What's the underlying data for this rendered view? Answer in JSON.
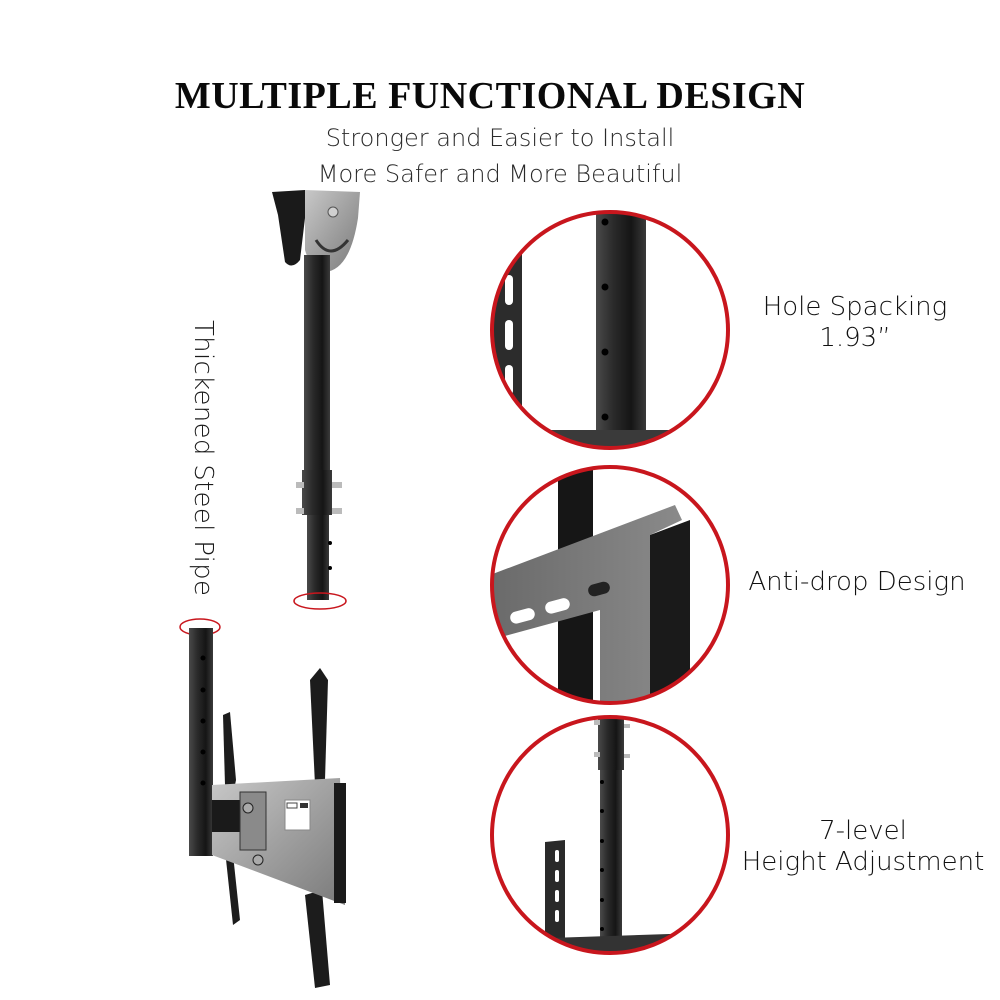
{
  "header": {
    "title": "MULTIPLE FUNCTIONAL DESIGN",
    "subtitle_line1": "Stronger and Easier to Install",
    "subtitle_line2": "More Safer and More Beautiful"
  },
  "product": {
    "pipe_label": "Thickened Steel Pipe"
  },
  "features": [
    {
      "line1": "Hole Spacking",
      "line2": "1.93”"
    },
    {
      "line1": "Anti-drop Design",
      "line2": ""
    },
    {
      "line1": "7-level",
      "line2": "Height Adjustment"
    }
  ],
  "colors": {
    "accent_red": "#c8161d",
    "metal_dark": "#1e1e1e",
    "metal_silver": "#9a9a9a",
    "background": "#ffffff"
  }
}
